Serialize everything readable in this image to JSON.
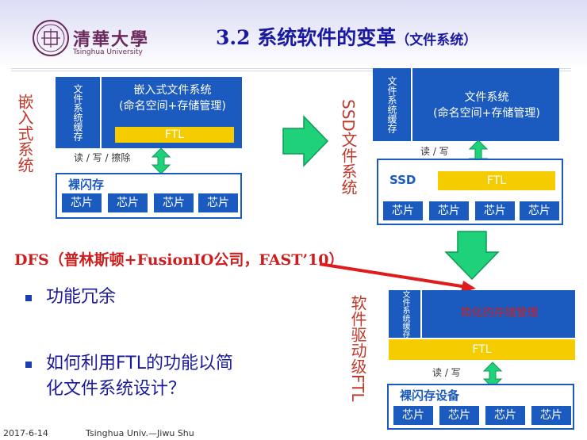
{
  "header": {
    "logo_name": "清華大學",
    "logo_sub": "Tsinghua University",
    "title": "3.2 系统软件的变革",
    "title_sub": "（文件系统）"
  },
  "left_diagram": {
    "side_label": "嵌入式系统",
    "cache_label": "文件系统缓存",
    "fs_line1": "嵌入式文件系统",
    "fs_line2": "(命名空间+存储管理)",
    "ftl": "FTL",
    "rw": "读 / 写 / 擦除",
    "flash_title": "裸闪存",
    "chips": [
      "芯片",
      "芯片",
      "芯片",
      "芯片"
    ]
  },
  "right_diagram": {
    "side_label": "SSD文件系统",
    "cache_label": "文件系统缓存",
    "fs_line1": "文件系统",
    "fs_line2": "(命名空间+存储管理)",
    "rw": "读 / 写",
    "ssd_label": "SSD",
    "ftl": "FTL",
    "chips": [
      "芯片",
      "芯片",
      "芯片",
      "芯片"
    ]
  },
  "dfs_text": "DFS（普林斯顿+FusionIO公司，FAST’10）",
  "bottom_diagram": {
    "side_label": "软件驱动级FTL",
    "cache_label": "文件系统缓存",
    "storage": "简化的存储管理",
    "ftl": "FTL",
    "rw": "读 / 写",
    "flash_title": "裸闪存设备",
    "chips": [
      "芯片",
      "芯片",
      "芯片",
      "芯片"
    ]
  },
  "bullets": [
    "功能冗余",
    "如何利用FTL的功能以简",
    "化文件系统设计？"
  ],
  "footer": {
    "date": "2017-6-14",
    "author": "Tsinghua Univ.—Jiwu Shu"
  },
  "colors": {
    "accent_blue": "#1b5bbf",
    "ftl_yellow": "#f5cc00",
    "arrow_green": "#1fd27a",
    "label_red": "#c0392b"
  }
}
